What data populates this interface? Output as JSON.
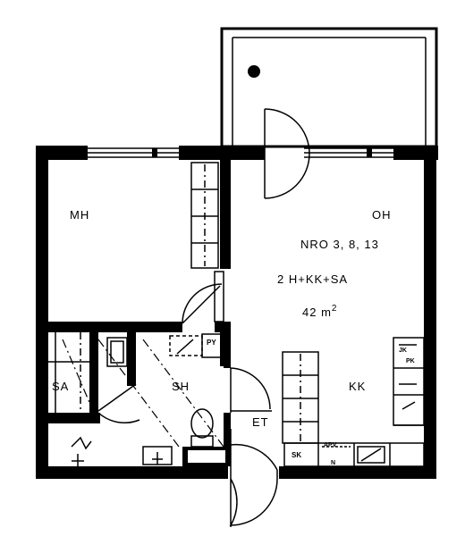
{
  "rooms": {
    "mh": "MH",
    "oh": "OH",
    "sa": "SA",
    "sh": "SH",
    "kk": "KK",
    "et": "ET"
  },
  "fixtures": {
    "py": "PY",
    "jk": "JK",
    "pk": "PK",
    "sk": "SK",
    "apv": "APV",
    "n": "N"
  },
  "info": {
    "apartment_numbers": "NRO  3, 8, 13",
    "layout": "2 H+KK+SA",
    "area_value": "42 m",
    "area_sup": "2"
  }
}
